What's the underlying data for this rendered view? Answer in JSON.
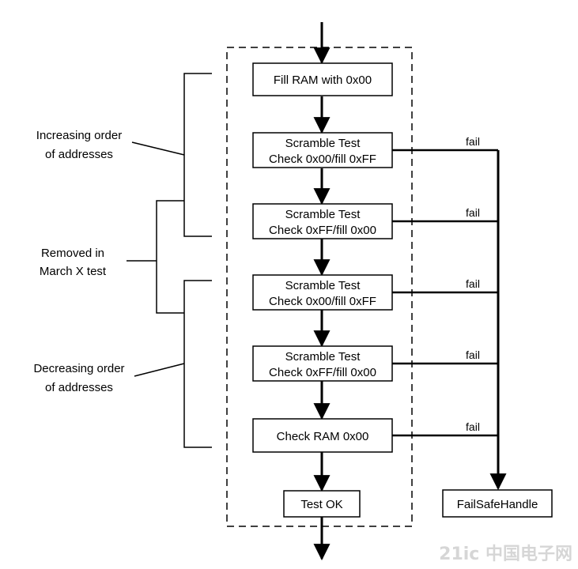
{
  "steps": {
    "fill": [
      "Fill RAM with 0x00"
    ],
    "scramble1": [
      "Scramble Test",
      "Check 0x00/fill 0xFF"
    ],
    "scramble2": [
      "Scramble Test",
      "Check 0xFF/fill 0x00"
    ],
    "scramble3": [
      "Scramble Test",
      "Check 0x00/fill 0xFF"
    ],
    "scramble4": [
      "Scramble Test",
      "Check 0xFF/fill 0x00"
    ],
    "check": [
      "Check RAM 0x00"
    ],
    "ok": [
      "Test OK"
    ]
  },
  "fail_label": "fail",
  "handler": "FailSafeHandle",
  "annotations": {
    "increasing": [
      "Increasing order",
      "of addresses"
    ],
    "removed": [
      "Removed in",
      "March X test"
    ],
    "decreasing": [
      "Decreasing order",
      "of addresses"
    ]
  },
  "watermark": "21ic 中国电子网"
}
